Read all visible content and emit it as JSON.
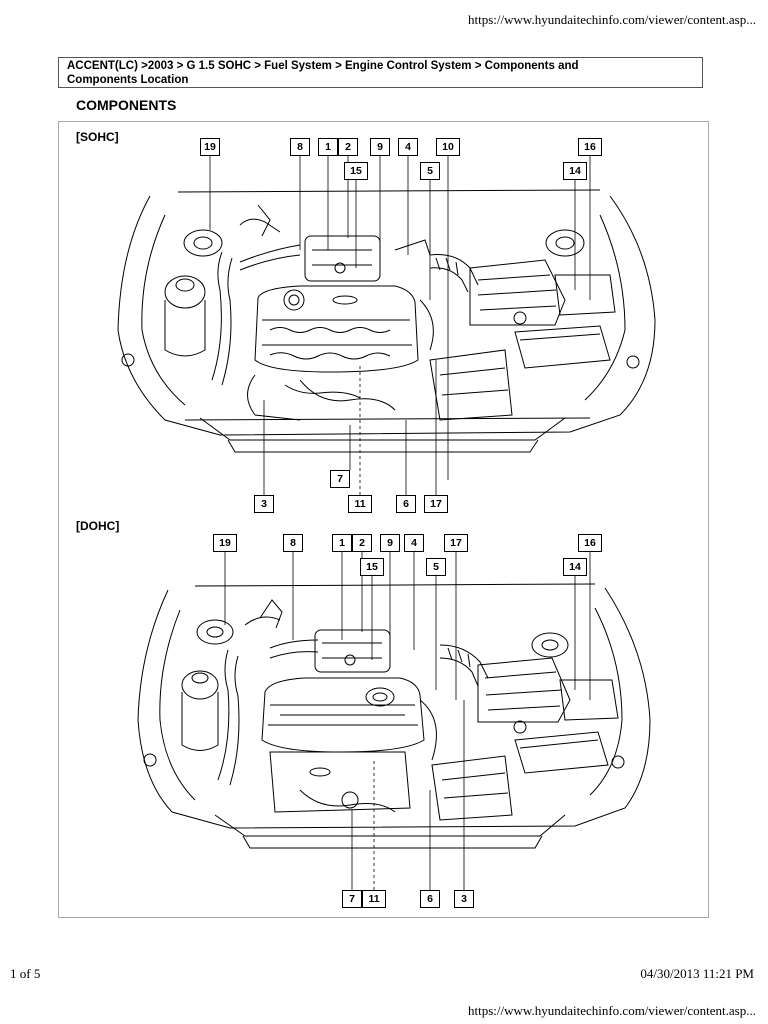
{
  "header": {
    "url": "https://www.hyundaitechinfo.com/viewer/content.asp..."
  },
  "breadcrumb": {
    "line1": "ACCENT(LC) >2003 > G  1.5 SOHC > Fuel System > Engine Control System > Components and",
    "line2": "Components Location"
  },
  "section_title": "COMPONENTS",
  "figures": {
    "sohc": {
      "label": "[SOHC]",
      "callouts": {
        "c19": "19",
        "c8": "8",
        "c1": "1",
        "c2": "2",
        "c9": "9",
        "c4": "4",
        "c10": "10",
        "c15": "15",
        "c5": "5",
        "c16": "16",
        "c14": "14",
        "c7": "7",
        "c3": "3",
        "c11": "11",
        "c6": "6",
        "c17": "17"
      }
    },
    "dohc": {
      "label": "[DOHC]",
      "callouts": {
        "c19": "19",
        "c8": "8",
        "c1": "1",
        "c2": "2",
        "c9": "9",
        "c4": "4",
        "c17": "17",
        "c15": "15",
        "c5": "5",
        "c16": "16",
        "c14": "14",
        "c7": "7",
        "c11": "11",
        "c6": "6",
        "c3": "3"
      }
    }
  },
  "footer": {
    "page": "1 of 5",
    "timestamp": "04/30/2013 11:21 PM",
    "url": "https://www.hyundaitechinfo.com/viewer/content.asp..."
  }
}
